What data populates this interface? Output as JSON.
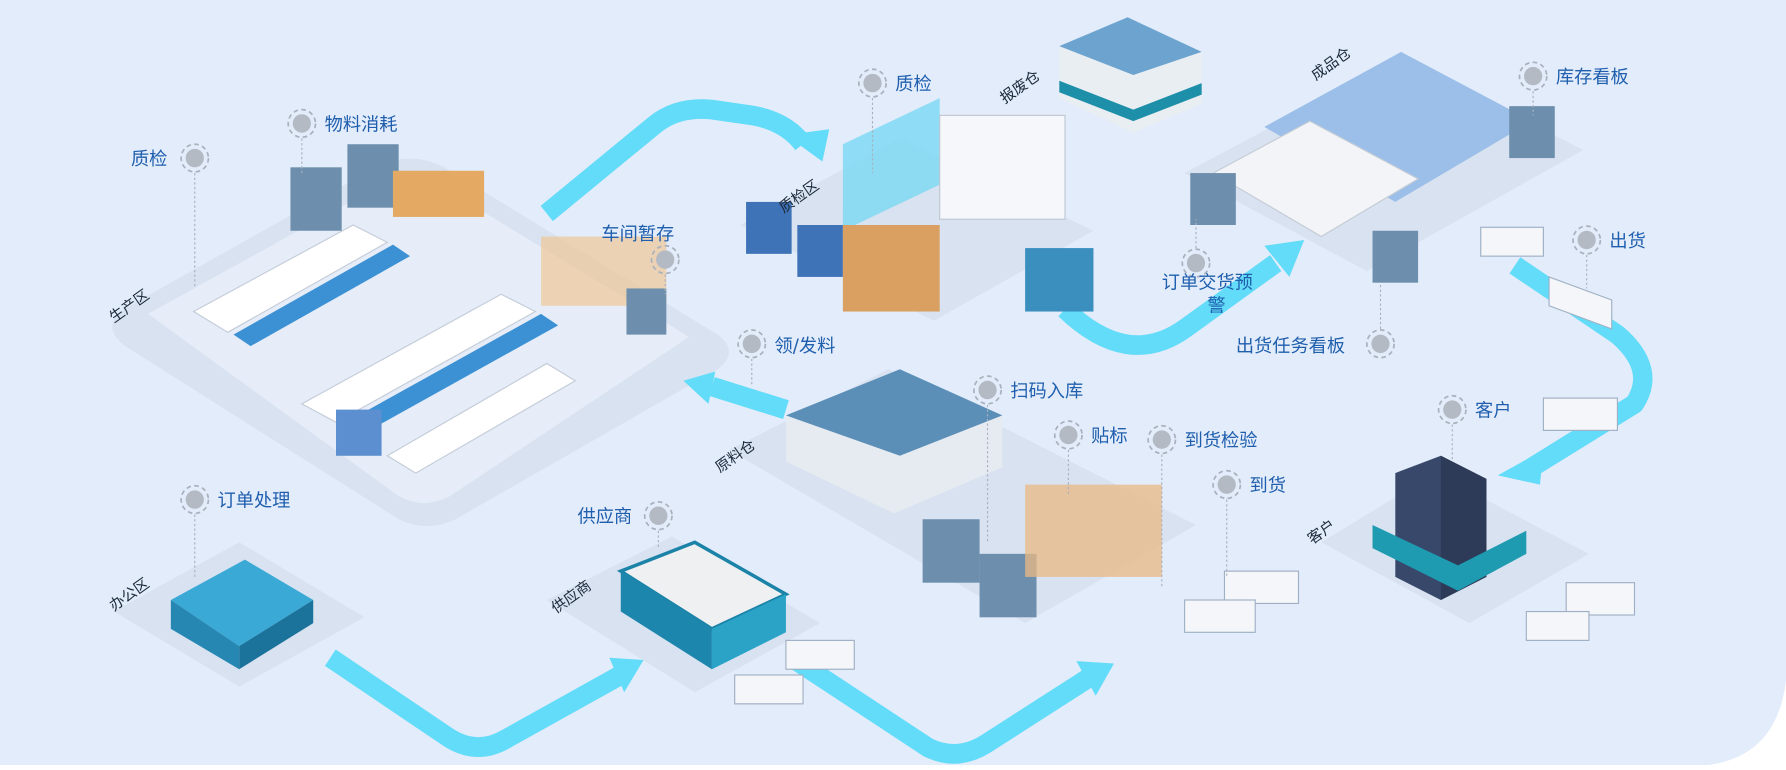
{
  "colors": {
    "background": "#e3ecfa",
    "flow": "#62dcf8",
    "label": "#1f5fae",
    "pin": "#b4bac4"
  },
  "zones": {
    "production": "生产区",
    "qc_area": "质检区",
    "scrap_warehouse": "报废仓",
    "finished_warehouse": "成品仓",
    "raw_warehouse": "原料仓",
    "customer_building": "客户",
    "office": "办公区",
    "supplier_building": "供应商"
  },
  "pins": {
    "qc_production": "质检",
    "material_consumption": "物料消耗",
    "workshop_buffer": "车间暂存",
    "qc_inspection": "质检",
    "inventory_board": "库存看板",
    "shipping": "出货",
    "delivery_warning_line1": "订单交货预",
    "delivery_warning_line2": "警",
    "shipping_task_board": "出货任务看板",
    "material_issue": "领/发料",
    "scan_inbound": "扫码入库",
    "labeling": "贴标",
    "arrival_inspection": "到货检验",
    "arrival": "到货",
    "customer": "客户",
    "order_processing": "订单处理",
    "supplier": "供应商"
  }
}
